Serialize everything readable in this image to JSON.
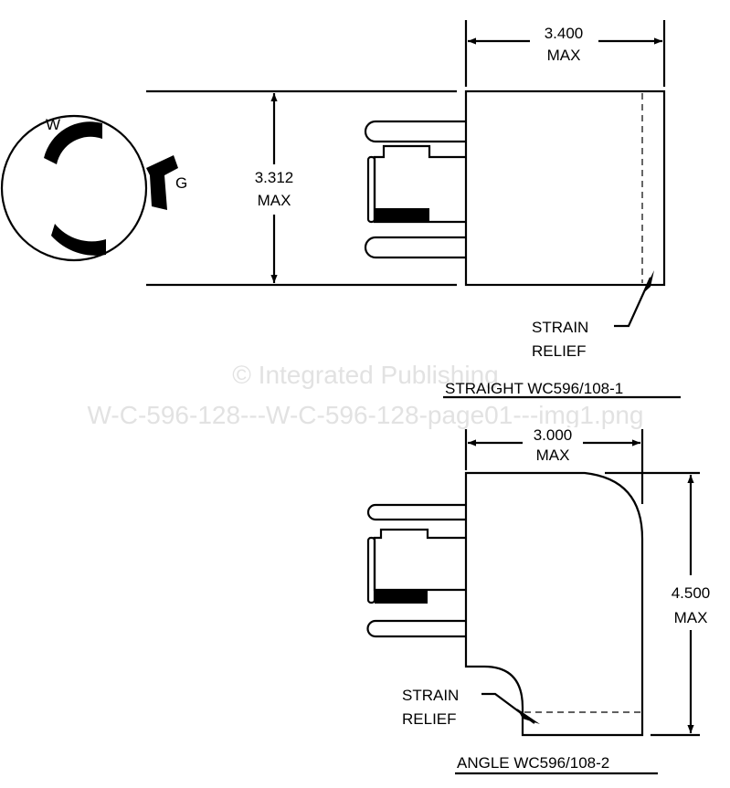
{
  "receptacle": {
    "label_w": "W",
    "label_g": "G"
  },
  "straight": {
    "height_dim": "3.312",
    "height_unit": "MAX",
    "width_dim": "3.400",
    "width_unit": "MAX",
    "strain_1": "STRAIN",
    "strain_2": "RELIEF",
    "title": "STRAIGHT WC596/108-1"
  },
  "angle": {
    "width_dim": "3.000",
    "width_unit": "MAX",
    "height_dim": "4.500",
    "height_unit": "MAX",
    "strain_1": "STRAIN",
    "strain_2": "RELIEF",
    "title": "ANGLE WC596/108-2"
  },
  "watermark": {
    "line1": "© Integrated Publishing",
    "line2": "W-C-596-128---W-C-596-128-page01---img1.png"
  }
}
